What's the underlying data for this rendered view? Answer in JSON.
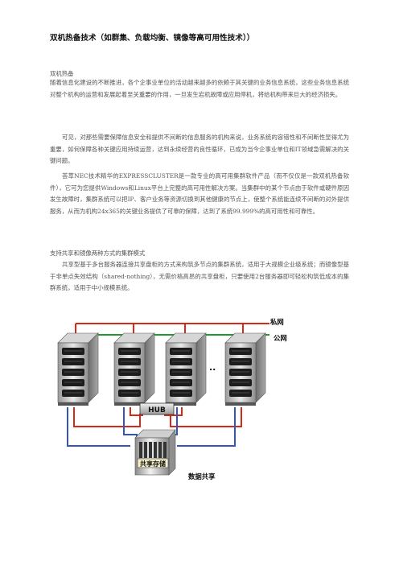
{
  "title": "双机热备技术（如群集、负载均衡、镜像等高可用性技术））",
  "section1": {
    "heading": "双机热备",
    "p1": "随着信息化建设的不断推进，各个企事业单位的活动越来越多的依赖于其关键的业务信息系统，这些业务信息系统对整个机构的运营和发展起着至关重要的作用，一旦发生宕机故障或应用停机，将给机构带来巨大的经济损失。",
    "p2": "可见，对那些需要保障信息安全和提供不间断的信息服务的机构来说，业务系统的容错性和不间断性显得尤为重要，如何保障各种关键应用持续运营，达到永续经营的良性循环，已成为当今企事业单位和IT领域急需解决的关键问题。",
    "p3": "荟萃NEC技术精华的EXPRESSCLUSTER是一款专业的高可用集群软件产品（而不仅仅是一款双机热备软件），它可为您提供Windows和Linux平台上完整的高可用性解决方案。当集群中的某个节点由于软件或硬件原因发生故障时，集群系统可以把IP、客户业务等资源切换到其他健康的节点上，使整个系统能连续不间断的对外提供服务，从而为机构24x365的关键业务提供了可靠的保障，达到了系统99.999%的高可用性和可靠性。"
  },
  "section2": {
    "heading": "支持共享和镜像两种方式的集群模式",
    "p1": "共享型基于多台服务器连接共享盘柜的方式来构筑多节点的集群系统，适用于大规模企业级系统；而镜像型基于非单点失效结构（shared-nothing），无需价格高昂的共享盘柜，只要使用2台服务器即可轻松构筑低成本的集群系统，适用于中小规模系统。"
  },
  "diagram": {
    "private_net": "私网",
    "public_net": "公网",
    "ellipsis": "..",
    "hub": "HUB",
    "storage": "共享存储",
    "data_share": "数据共享",
    "colors": {
      "private": "#d42a1a",
      "public": "#1c9a2a",
      "storage_link": "#3355bb"
    }
  }
}
